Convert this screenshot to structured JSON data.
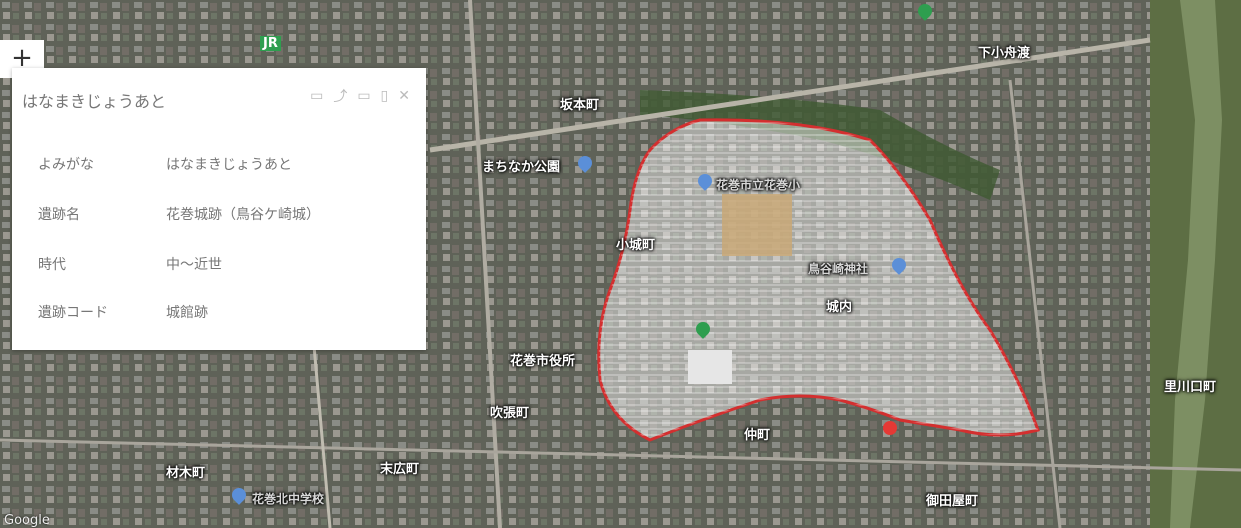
{
  "map": {
    "labels": {
      "jr": "JR",
      "shimokobunatari": "下小舟渡",
      "sakamoto": "坂本町",
      "hanamaki_shiritsu": "花巻市立花巻小",
      "kojiromachi": "小城町",
      "toya_jinja": "鳥谷崎神社",
      "jonai": "城内",
      "shiyakusho": "花巻市役所",
      "fukiharicho": "吹張町",
      "nakamachi": "仲町",
      "satokawaguchi": "里川口町",
      "ryokuen": "まちなか公園",
      "tamachi": "末広町",
      "hayashicho": "材木町",
      "hospital": "花巻北中学校",
      "goten": "御田屋町",
      "google": "Google"
    },
    "colors": {
      "boundary": "#d32f2f",
      "boundary_fill": "#ffffff",
      "pin_green": "#2e9e4f",
      "pin_blue": "#5b8fd8"
    }
  },
  "controls": {
    "zoom_in": "+"
  },
  "popup": {
    "title": "はなまきじょうあと",
    "toolbar": {
      "table": "▭",
      "share": "⤴",
      "more": "▭",
      "pin": "▯",
      "close": "✕"
    },
    "rows": [
      {
        "key": "よみがな",
        "value": "はなまきじょうあと"
      },
      {
        "key": "遺跡名",
        "value": "花巻城跡（鳥谷ケ崎城）"
      },
      {
        "key": "時代",
        "value": "中～近世"
      },
      {
        "key": "遺跡コード",
        "value": "城館跡"
      }
    ]
  }
}
